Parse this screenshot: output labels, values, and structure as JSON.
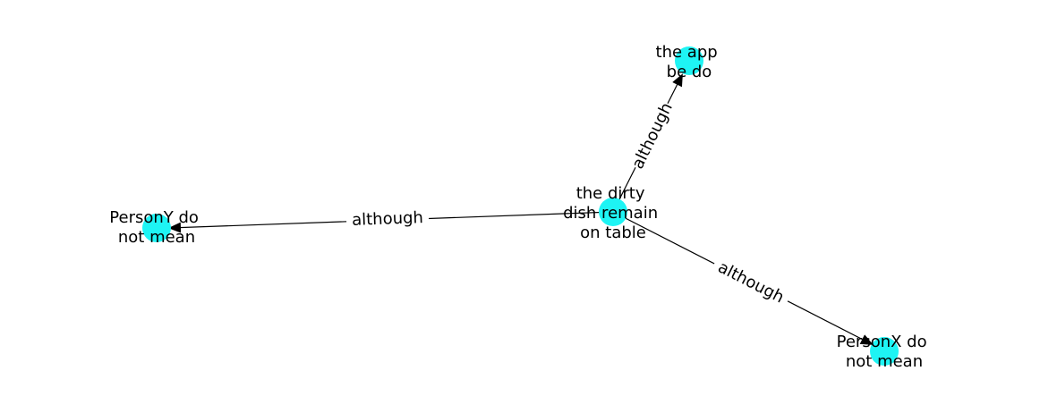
{
  "graph": {
    "node_color": "#1ef4f4",
    "edge_color": "#000000",
    "nodes": [
      {
        "id": "center",
        "lines": [
          "the dirty",
          "dish remain",
          "on table"
        ]
      },
      {
        "id": "app",
        "lines": [
          "the app",
          "be do"
        ]
      },
      {
        "id": "persony",
        "lines": [
          "PersonY do",
          "not mean"
        ]
      },
      {
        "id": "personx",
        "lines": [
          "PersonX do",
          "not mean"
        ]
      }
    ],
    "edges": [
      {
        "from": "center",
        "to": "app",
        "label": "although"
      },
      {
        "from": "center",
        "to": "persony",
        "label": "although"
      },
      {
        "from": "center",
        "to": "personx",
        "label": "although"
      }
    ]
  }
}
